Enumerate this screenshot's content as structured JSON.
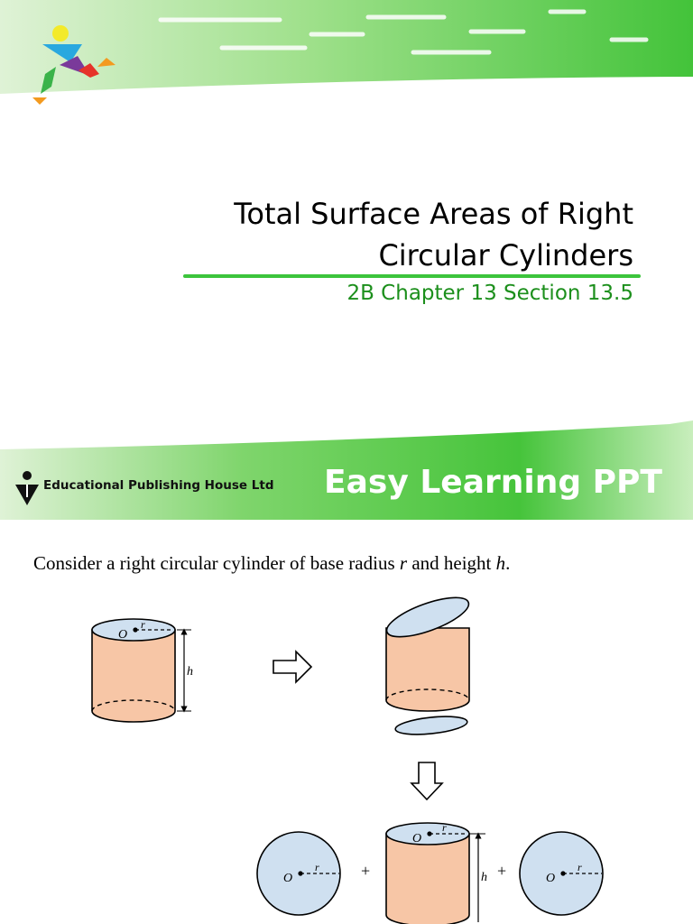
{
  "title_slide": {
    "title_line1": "Total Surface Areas of Right",
    "title_line2": "Circular Cylinders",
    "subtitle": "2B Chapter 13 Section 13.5",
    "publisher": "Educational Publishing House Ltd",
    "brand": "Easy Learning PPT"
  },
  "content_slide": {
    "intro_before_r": "Consider a right circular cylinder of base radius ",
    "var_r": "r",
    "intro_middle": " and height ",
    "var_h": "h",
    "intro_end": ".",
    "label_center": "O",
    "label_radius": "r",
    "label_height": "h",
    "plus_sign": "+"
  },
  "colors": {
    "green_band": "#4cc84c",
    "green_rule": "#3cc43c",
    "subtitle_green": "#1c8f1c",
    "cylinder_fill": "#f7c6a6",
    "circle_fill": "#cfe0f0"
  }
}
